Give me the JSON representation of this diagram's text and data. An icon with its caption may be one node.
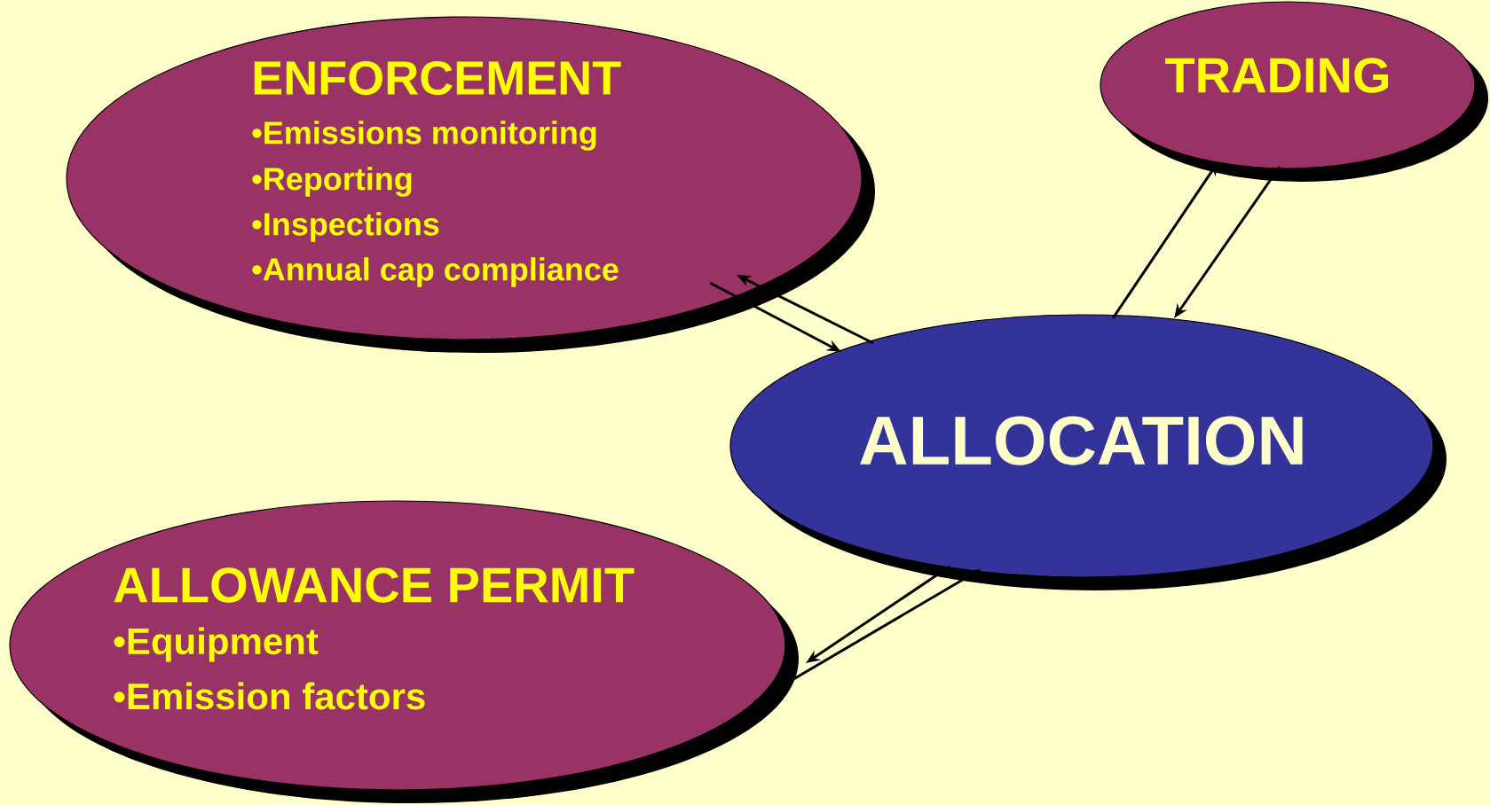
{
  "diagram": {
    "nodes": [
      {
        "text": [
          "ENFORCEMENT",
          "•Emissions monitoring",
          "•Reporting",
          "•Inspections",
          "•Annual cap compliance"
        ]
      },
      {
        "text": [
          "TRADING"
        ]
      },
      {
        "text": [
          "ALLOCATION"
        ]
      },
      {
        "text": [
          "ALLOWANCE PERMIT",
          "•Equipment",
          "•Emission factors"
        ]
      }
    ],
    "edges": [
      {
        "from": 0,
        "to": 2,
        "arrow": "to"
      },
      {
        "from": 2,
        "to": 0,
        "arrow": "to"
      },
      {
        "from": 2,
        "to": 1,
        "arrow": "to"
      },
      {
        "from": 1,
        "to": 2,
        "arrow": "to"
      },
      {
        "from": 2,
        "to": 3,
        "arrow": "to"
      },
      {
        "from": 3,
        "to": 2,
        "arrow": "to"
      }
    ]
  }
}
